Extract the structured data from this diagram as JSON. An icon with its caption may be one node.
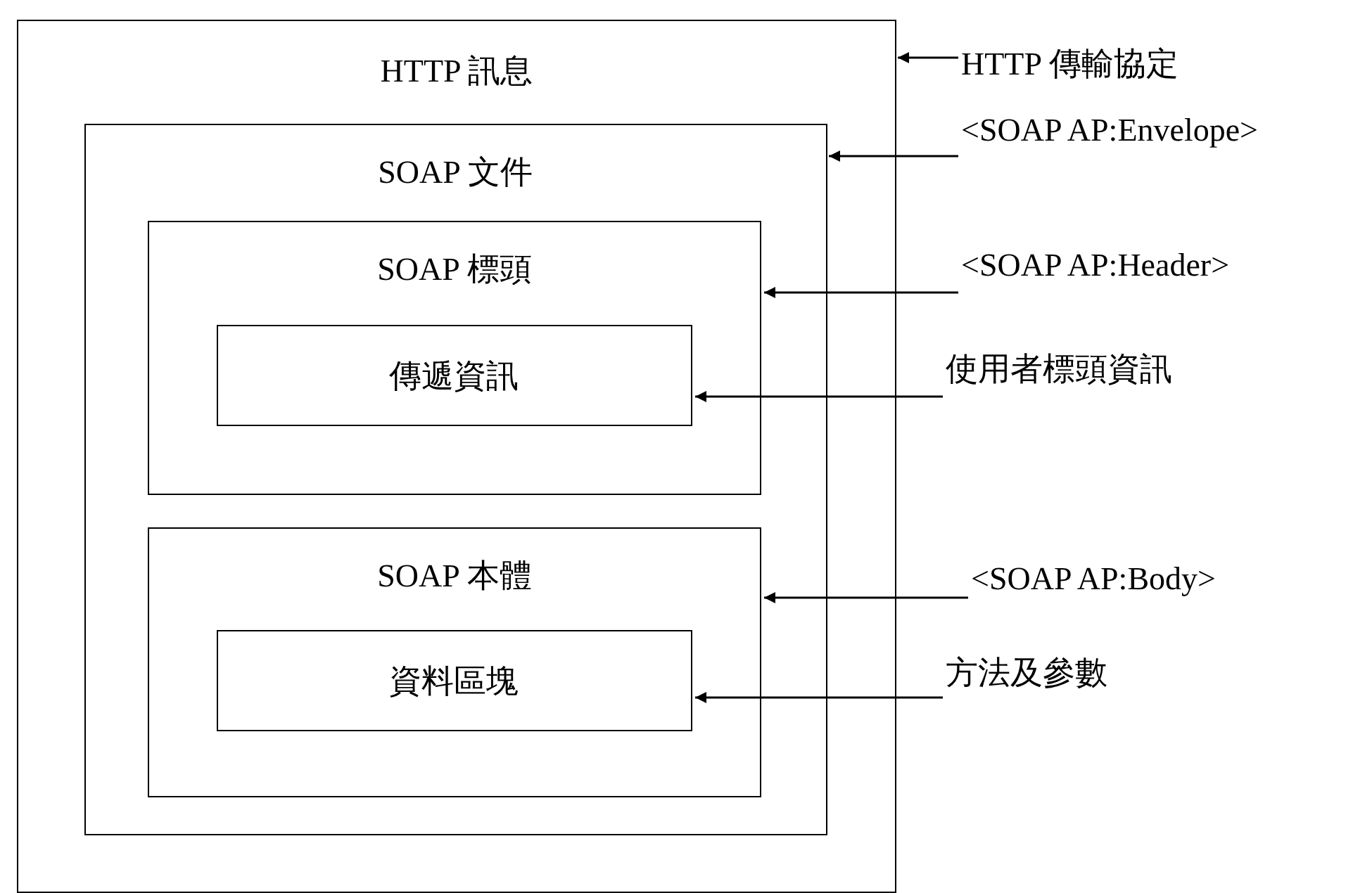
{
  "diagram": {
    "nodes": [
      {
        "text": [
          "HTTP 訊息"
        ]
      },
      {
        "text": [
          "SOAP 文件"
        ],
        "in": 0
      },
      {
        "text": [
          "SOAP 標頭"
        ],
        "in": 1
      },
      {
        "text": [
          "傳遞資訊"
        ],
        "in": 2
      },
      {
        "text": [
          "SOAP 本體"
        ],
        "in": 1
      },
      {
        "text": [
          "資料區塊"
        ],
        "in": 4
      },
      {
        "text": [
          "HTTP 傳輸協定"
        ]
      },
      {
        "text": [
          "<SOAP AP:Envelope>"
        ]
      },
      {
        "text": [
          "<SOAP AP:Header>"
        ]
      },
      {
        "text": [
          "使用者標頭資訊"
        ]
      },
      {
        "text": [
          "<SOAP AP:Body>"
        ]
      },
      {
        "text": [
          "方法及參數"
        ]
      }
    ],
    "edges": [
      {
        "from": 6,
        "to": 0,
        "arrow": "to"
      },
      {
        "from": 7,
        "to": 1,
        "arrow": "to"
      },
      {
        "from": 8,
        "to": 2,
        "arrow": "to"
      },
      {
        "from": 9,
        "to": 3,
        "arrow": "to"
      },
      {
        "from": 10,
        "to": 4,
        "arrow": "to"
      },
      {
        "from": 11,
        "to": 5,
        "arrow": "to"
      }
    ]
  }
}
